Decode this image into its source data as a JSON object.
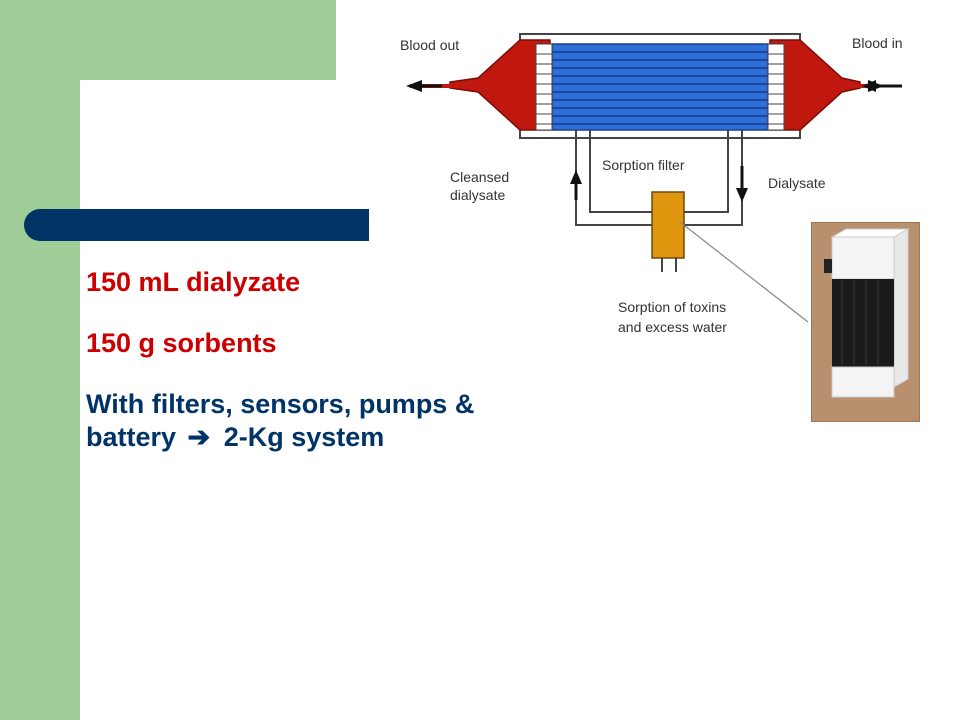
{
  "colors": {
    "sidebar_green": "#9fcd98",
    "bar_navy": "#003366",
    "accent_red": "#cc0000",
    "text_navy": "#003366",
    "fiber_blue": "#2e6fd8",
    "blood_red": "#c0180f",
    "filter_orange": "#e0950f"
  },
  "text": {
    "line1": "150 mL dialyzate",
    "line2": "150 g sorbents",
    "line3a": "With filters, sensors, pumps &",
    "line3b_start": "battery",
    "line3b_arrow": "➔",
    "line3b_end": "2-Kg system"
  },
  "diagram": {
    "blood_out": "Blood out",
    "blood_in": "Blood in",
    "sorption_filter": "Sorption filter",
    "cleansed_1": "Cleansed",
    "cleansed_2": "dialysate",
    "dialysate": "Dialysate",
    "toxins_1": "Sorption of toxins",
    "toxins_2": "and excess water"
  },
  "icons": {
    "flow_out": "arrow-left-icon",
    "flow_in": "arrow-left-icon",
    "flow_up": "arrow-up-icon",
    "flow_down": "arrow-down-icon"
  }
}
